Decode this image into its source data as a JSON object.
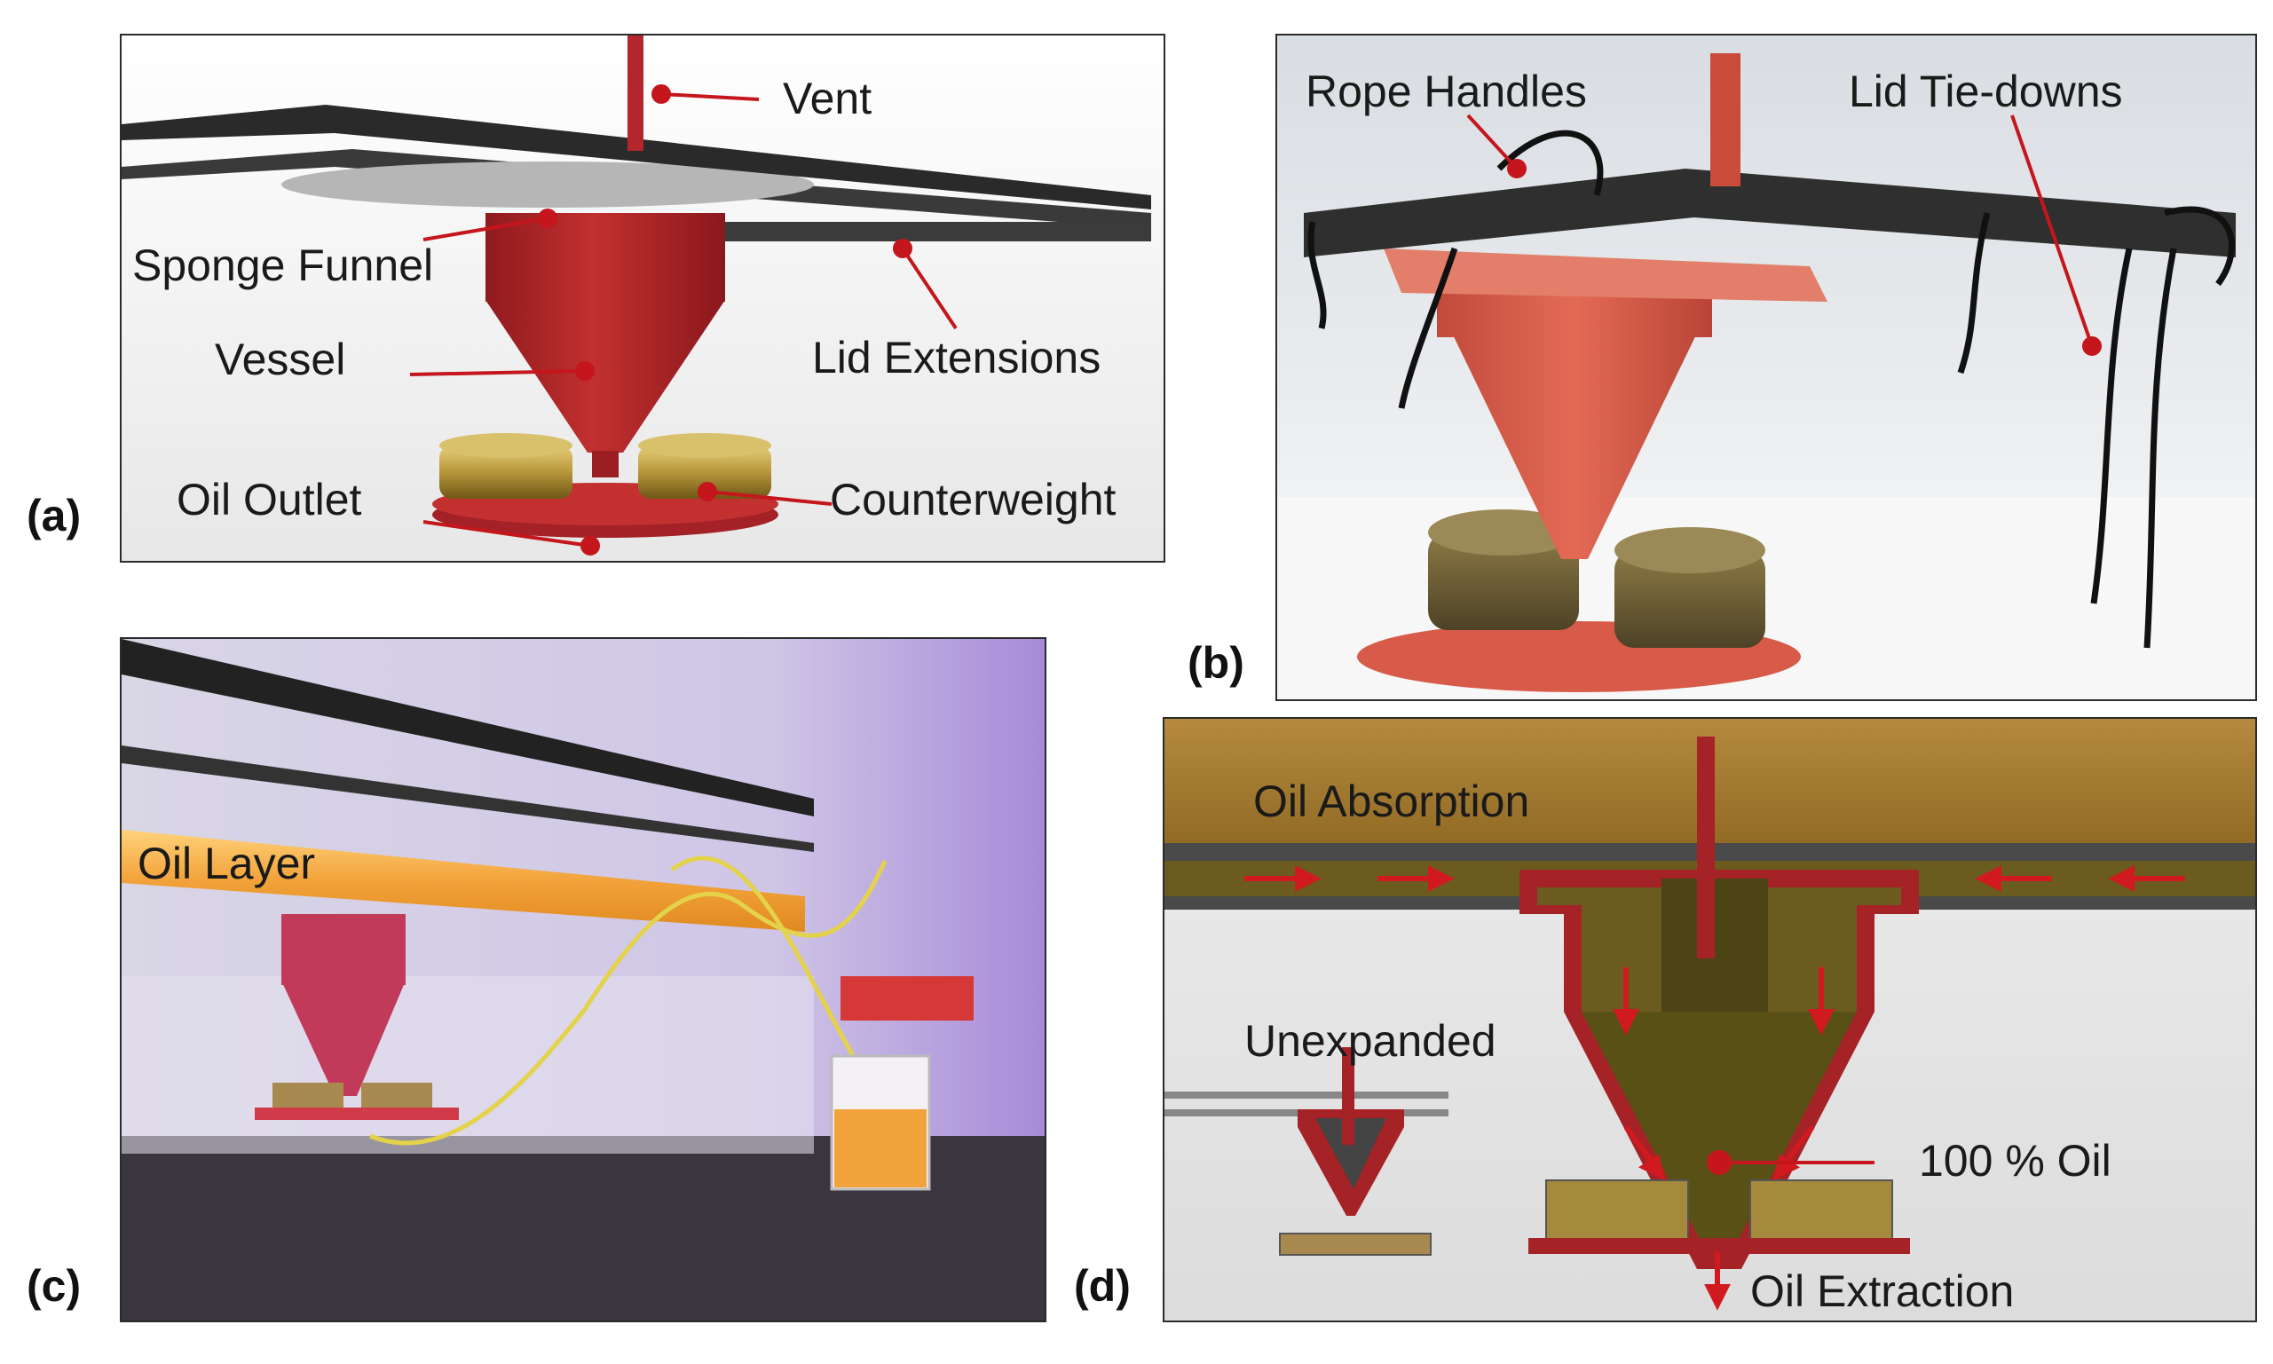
{
  "panels": {
    "a": {
      "letter": "(a)",
      "labels": {
        "vent": "Vent",
        "sponge_funnel": "Sponge Funnel",
        "lid_extensions": "Lid Extensions",
        "vessel": "Vessel",
        "counterweight": "Counterweight",
        "oil_outlet": "Oil Outlet"
      }
    },
    "b": {
      "letter": "(b)",
      "labels": {
        "rope_handles": "Rope Handles",
        "lid_tie_downs": "Lid Tie-downs"
      }
    },
    "c": {
      "letter": "(c)",
      "labels": {
        "oil_layer": "Oil Layer"
      }
    },
    "d": {
      "letter": "(d)",
      "labels": {
        "oil_absorption": "Oil Absorption",
        "unexpanded": "Unexpanded",
        "oil_percent": "100 % Oil",
        "oil_extraction": "Oil Extraction"
      }
    }
  },
  "colors": {
    "vessel_red": "#b5262b",
    "leader_red": "#c4161c",
    "lid_black": "#2a2a2a",
    "counterweight_gold": "#b8963a",
    "oil_orange": "#f2a23a",
    "sponge_olive": "#6b5b1e"
  }
}
